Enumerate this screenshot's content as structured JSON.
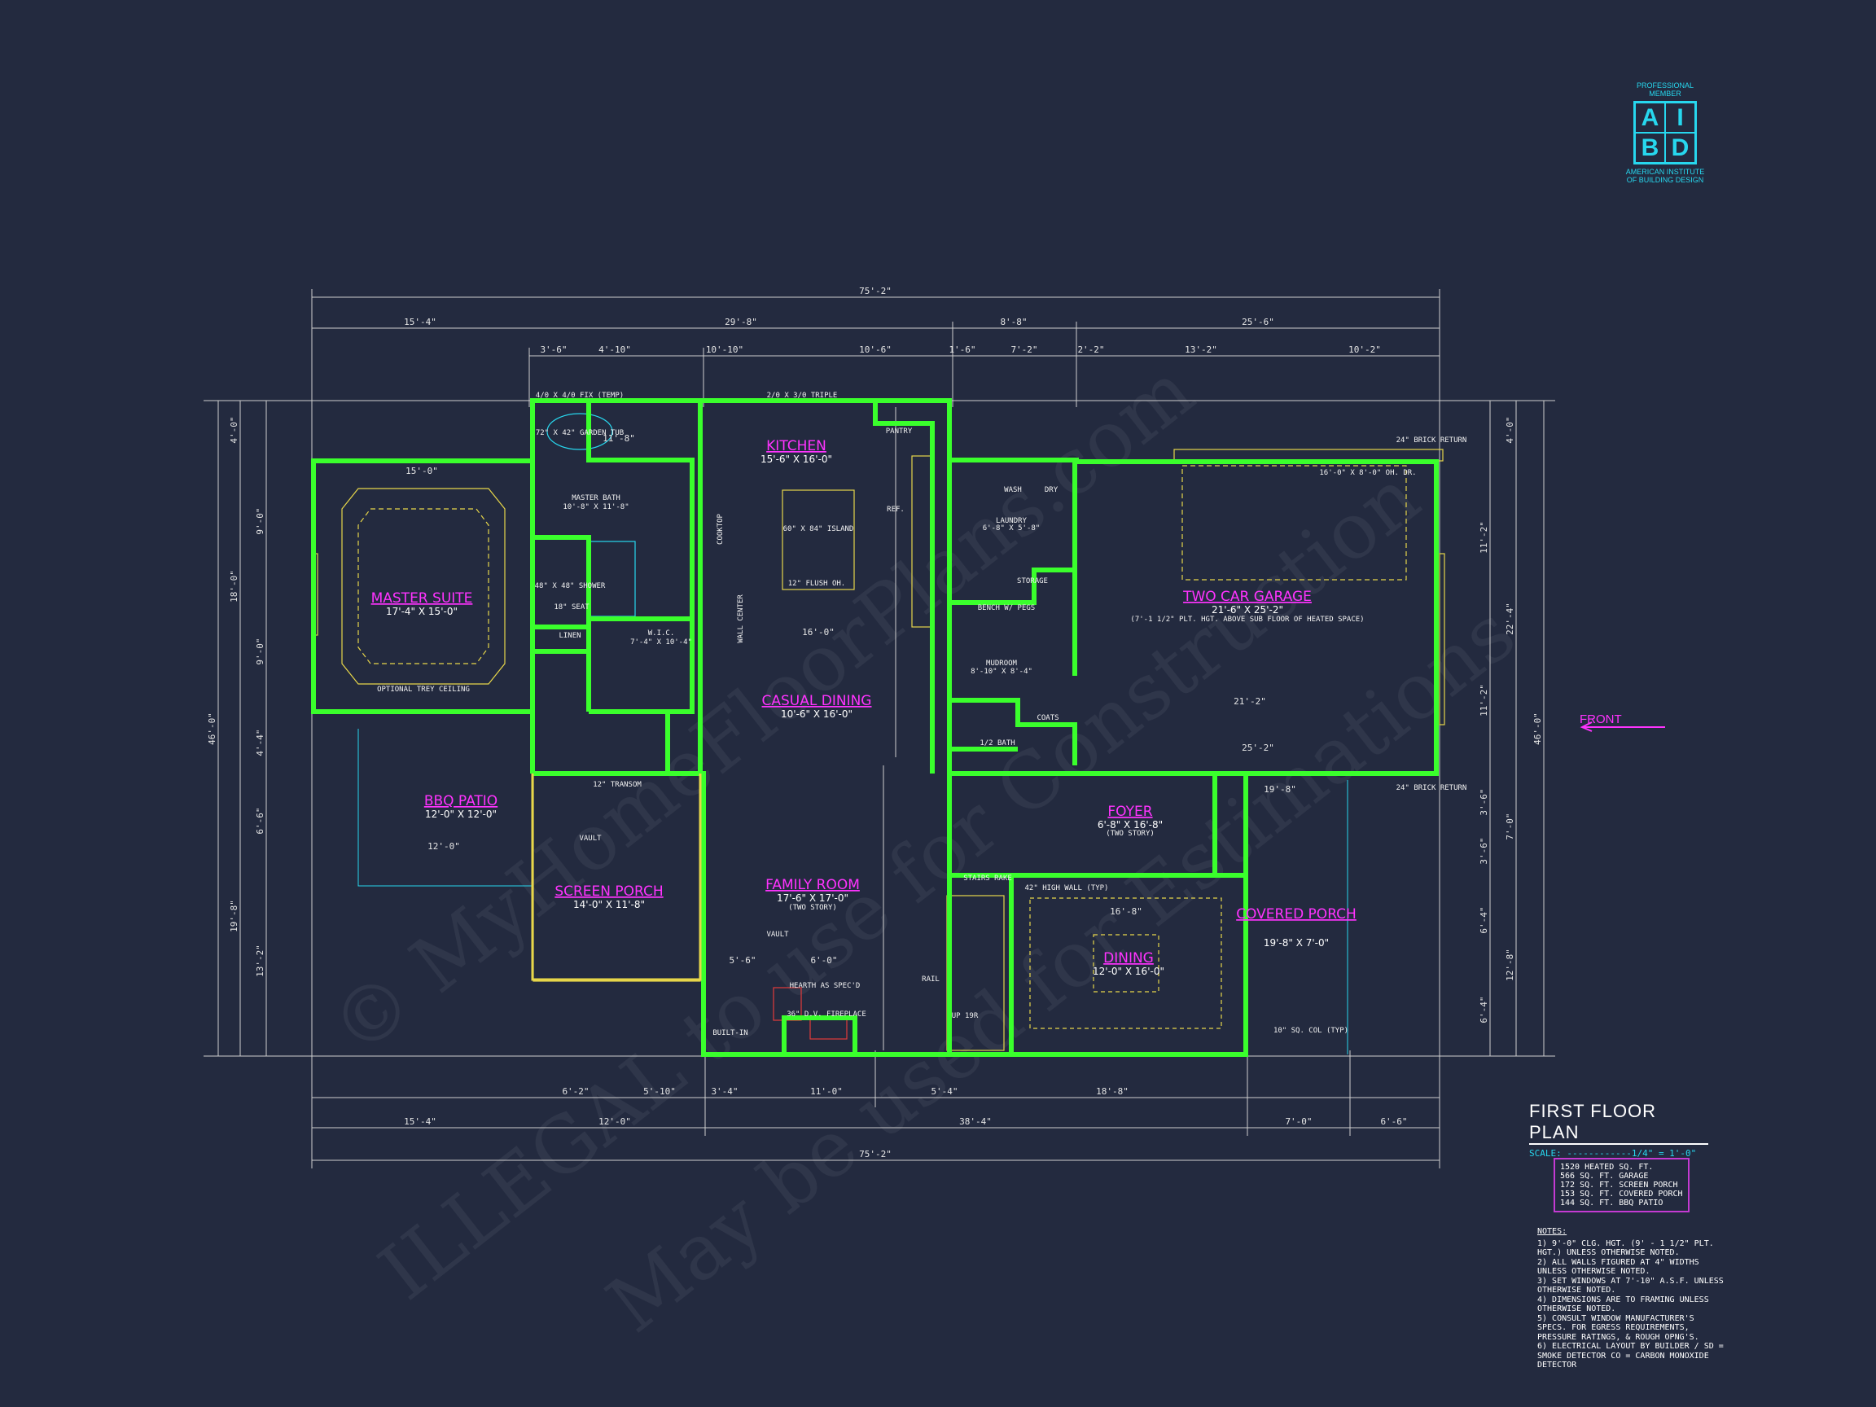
{
  "logo": {
    "top": "PROFESSIONAL MEMBER",
    "letters": [
      "A",
      "I",
      "B",
      "D"
    ],
    "bottom": "AMERICAN INSTITUTE OF BUILDING DESIGN"
  },
  "watermark": {
    "line1": "© MyHomeFloorPlans.com",
    "line2": "ILLEGAL to use for Construction",
    "line3": "May be used for Estimations"
  },
  "title": "FIRST FLOOR PLAN",
  "scale": "SCALE: ------------1/4\" = 1'-0\"",
  "front": "FRONT",
  "areas": [
    "1520 HEATED SQ. FT.",
    "566 SQ. FT. GARAGE",
    "172 SQ. FT. SCREEN PORCH",
    "153 SQ. FT. COVERED PORCH",
    "144 SQ. FT. BBQ PATIO"
  ],
  "notes": {
    "heading": "NOTES:",
    "items": [
      "1) 9'-0\" CLG. HGT. (9' - 1 1/2\" PLT. HGT.) UNLESS OTHERWISE NOTED.",
      "2) ALL WALLS FIGURED AT 4\" WIDTHS UNLESS OTHERWISE NOTED.",
      "3) SET WINDOWS AT 7'-10\" A.S.F. UNLESS OTHERWISE NOTED.",
      "4) DIMENSIONS ARE TO FRAMING UNLESS OTHERWISE NOTED.",
      "5) CONSULT WINDOW MANUFACTURER'S SPECS. FOR EGRESS REQUIREMENTS, PRESSURE RATINGS, & ROUGH OPNG'S.",
      "6) ELECTRICAL LAYOUT BY BUILDER / SD = SMOKE DETECTOR CO = CARBON MONOXIDE DETECTOR"
    ]
  },
  "rooms": {
    "master_suite": {
      "name": "MASTER SUITE",
      "size": "17'-4\" X 15'-0\""
    },
    "master_bath": {
      "name": "MASTER BATH",
      "size": "10'-8\" X 11'-8\""
    },
    "wic": {
      "name": "W.I.C.",
      "size": "7'-4\" X 10'-4\""
    },
    "kitchen": {
      "name": "KITCHEN",
      "size": "15'-6\" X 16'-0\""
    },
    "casual_dining": {
      "name": "CASUAL DINING",
      "size": "10'-6\" X 16'-0\""
    },
    "family_room": {
      "name": "FAMILY ROOM",
      "size": "17'-6\" X 17'-0\"",
      "note": "(TWO STORY)"
    },
    "bbq_patio": {
      "name": "BBQ PATIO",
      "size": "12'-0\" X 12'-0\""
    },
    "screen_porch": {
      "name": "SCREEN PORCH",
      "size": "14'-0\" X 11'-8\""
    },
    "laundry": {
      "name": "LAUNDRY",
      "size": "6'-8\" X 5'-8\""
    },
    "mudroom": {
      "name": "MUDROOM",
      "size": "8'-10\" X 8'-4\""
    },
    "half_bath": {
      "name": "1/2 BATH"
    },
    "garage": {
      "name": "TWO CAR GARAGE",
      "size": "21'-6\" X 25'-2\"",
      "note": "(7'-1 1/2\" PLT. HGT. ABOVE SUB FLOOR OF HEATED SPACE)"
    },
    "foyer": {
      "name": "FOYER",
      "size": "6'-8\" X 16'-8\"",
      "note": "(TWO STORY)"
    },
    "dining": {
      "name": "DINING",
      "size": "12'-0\" X 16'-0\""
    },
    "covered_porch": {
      "name": "COVERED PORCH",
      "size": "19'-8\" X 7'-0\""
    }
  },
  "labels": {
    "garden_tub": "72\" X 42\" GARDEN TUB",
    "shower": "48\" X 48\" SHOWER",
    "seat": "18\" SEAT",
    "linen": "LINEN",
    "island": "60\" X 84\" ISLAND",
    "flush": "12\" FLUSH OH.",
    "pantry": "PANTRY",
    "fridge": "REF.",
    "cooktop": "COOKTOP",
    "wall_center": "WALL CENTER",
    "wash": "WASH",
    "dry": "DRY",
    "storage": "STORAGE",
    "bench": "BENCH W/ PEGS",
    "coats": "COATS",
    "optional_tray": "OPTIONAL TREY CEILING",
    "vault": "VAULT",
    "hearth": "HEARTH AS SPEC'D",
    "fireplace": "36\" D.V. FIREPLACE",
    "built_in": "BUILT-IN",
    "stairs": "STAIRS RAKE",
    "up": "UP 19R",
    "rail": "RAIL",
    "knee_wall": "42\" HIGH WALL (TYP)",
    "col": "10\" SQ. COL (TYP)",
    "transom": "12\" TRANSOM",
    "triple": "2/0 X 3/0 TRIPLE",
    "window_top": "4/0 X 4/0 FIX (TEMP)",
    "garage_door": "16'-0\" X 8'-0\" OH. DR.",
    "brick_return": "24\" BRICK RETURN"
  },
  "dimensions": {
    "overall": "75'-2\"",
    "top_row1": [
      "15'-4\"",
      "29'-8\"",
      "8'-8\"",
      "25'-6\""
    ],
    "top_row2": [
      "3'-6\"",
      "4'-10\"",
      "10'-10\"",
      "10'-6\"",
      "1'-6\"",
      "7'-2\"",
      "2'-2\"",
      "13'-2\"",
      "10'-2\""
    ],
    "bottom_row1": [
      "6'-2\"",
      "5'-10\"",
      "3'-4\"",
      "11'-0\"",
      "5'-4\"",
      "18'-8\""
    ],
    "bottom_row2": [
      "15'-4\"",
      "12'-0\"",
      "38'-4\"",
      "7'-0\"",
      "6'-6\""
    ],
    "left_overall": "46'-0\"",
    "left_col1": [
      "4'-0\"",
      "9'-0\"",
      "18'-0\"",
      "9'-0\"",
      "4'-4\"",
      "6'-6\"",
      "19'-8\"",
      "13'-2\""
    ],
    "right_col": [
      "4'-0\"",
      "11'-2\"",
      "22'-4\"",
      "11'-2\"",
      "3'-6\"",
      "7'-0\"",
      "3'-6\"",
      "6'-4\"",
      "12'-8\"",
      "6'-4\""
    ],
    "right_overall": "46'-0\"",
    "interior": [
      "15'-0\"",
      "11'-8\"",
      "16'-0\"",
      "21'-2\"",
      "25'-2\"",
      "12'-0\"",
      "6'-0\"",
      "5'-6\"",
      "16'-8\"",
      "19'-8\""
    ]
  }
}
